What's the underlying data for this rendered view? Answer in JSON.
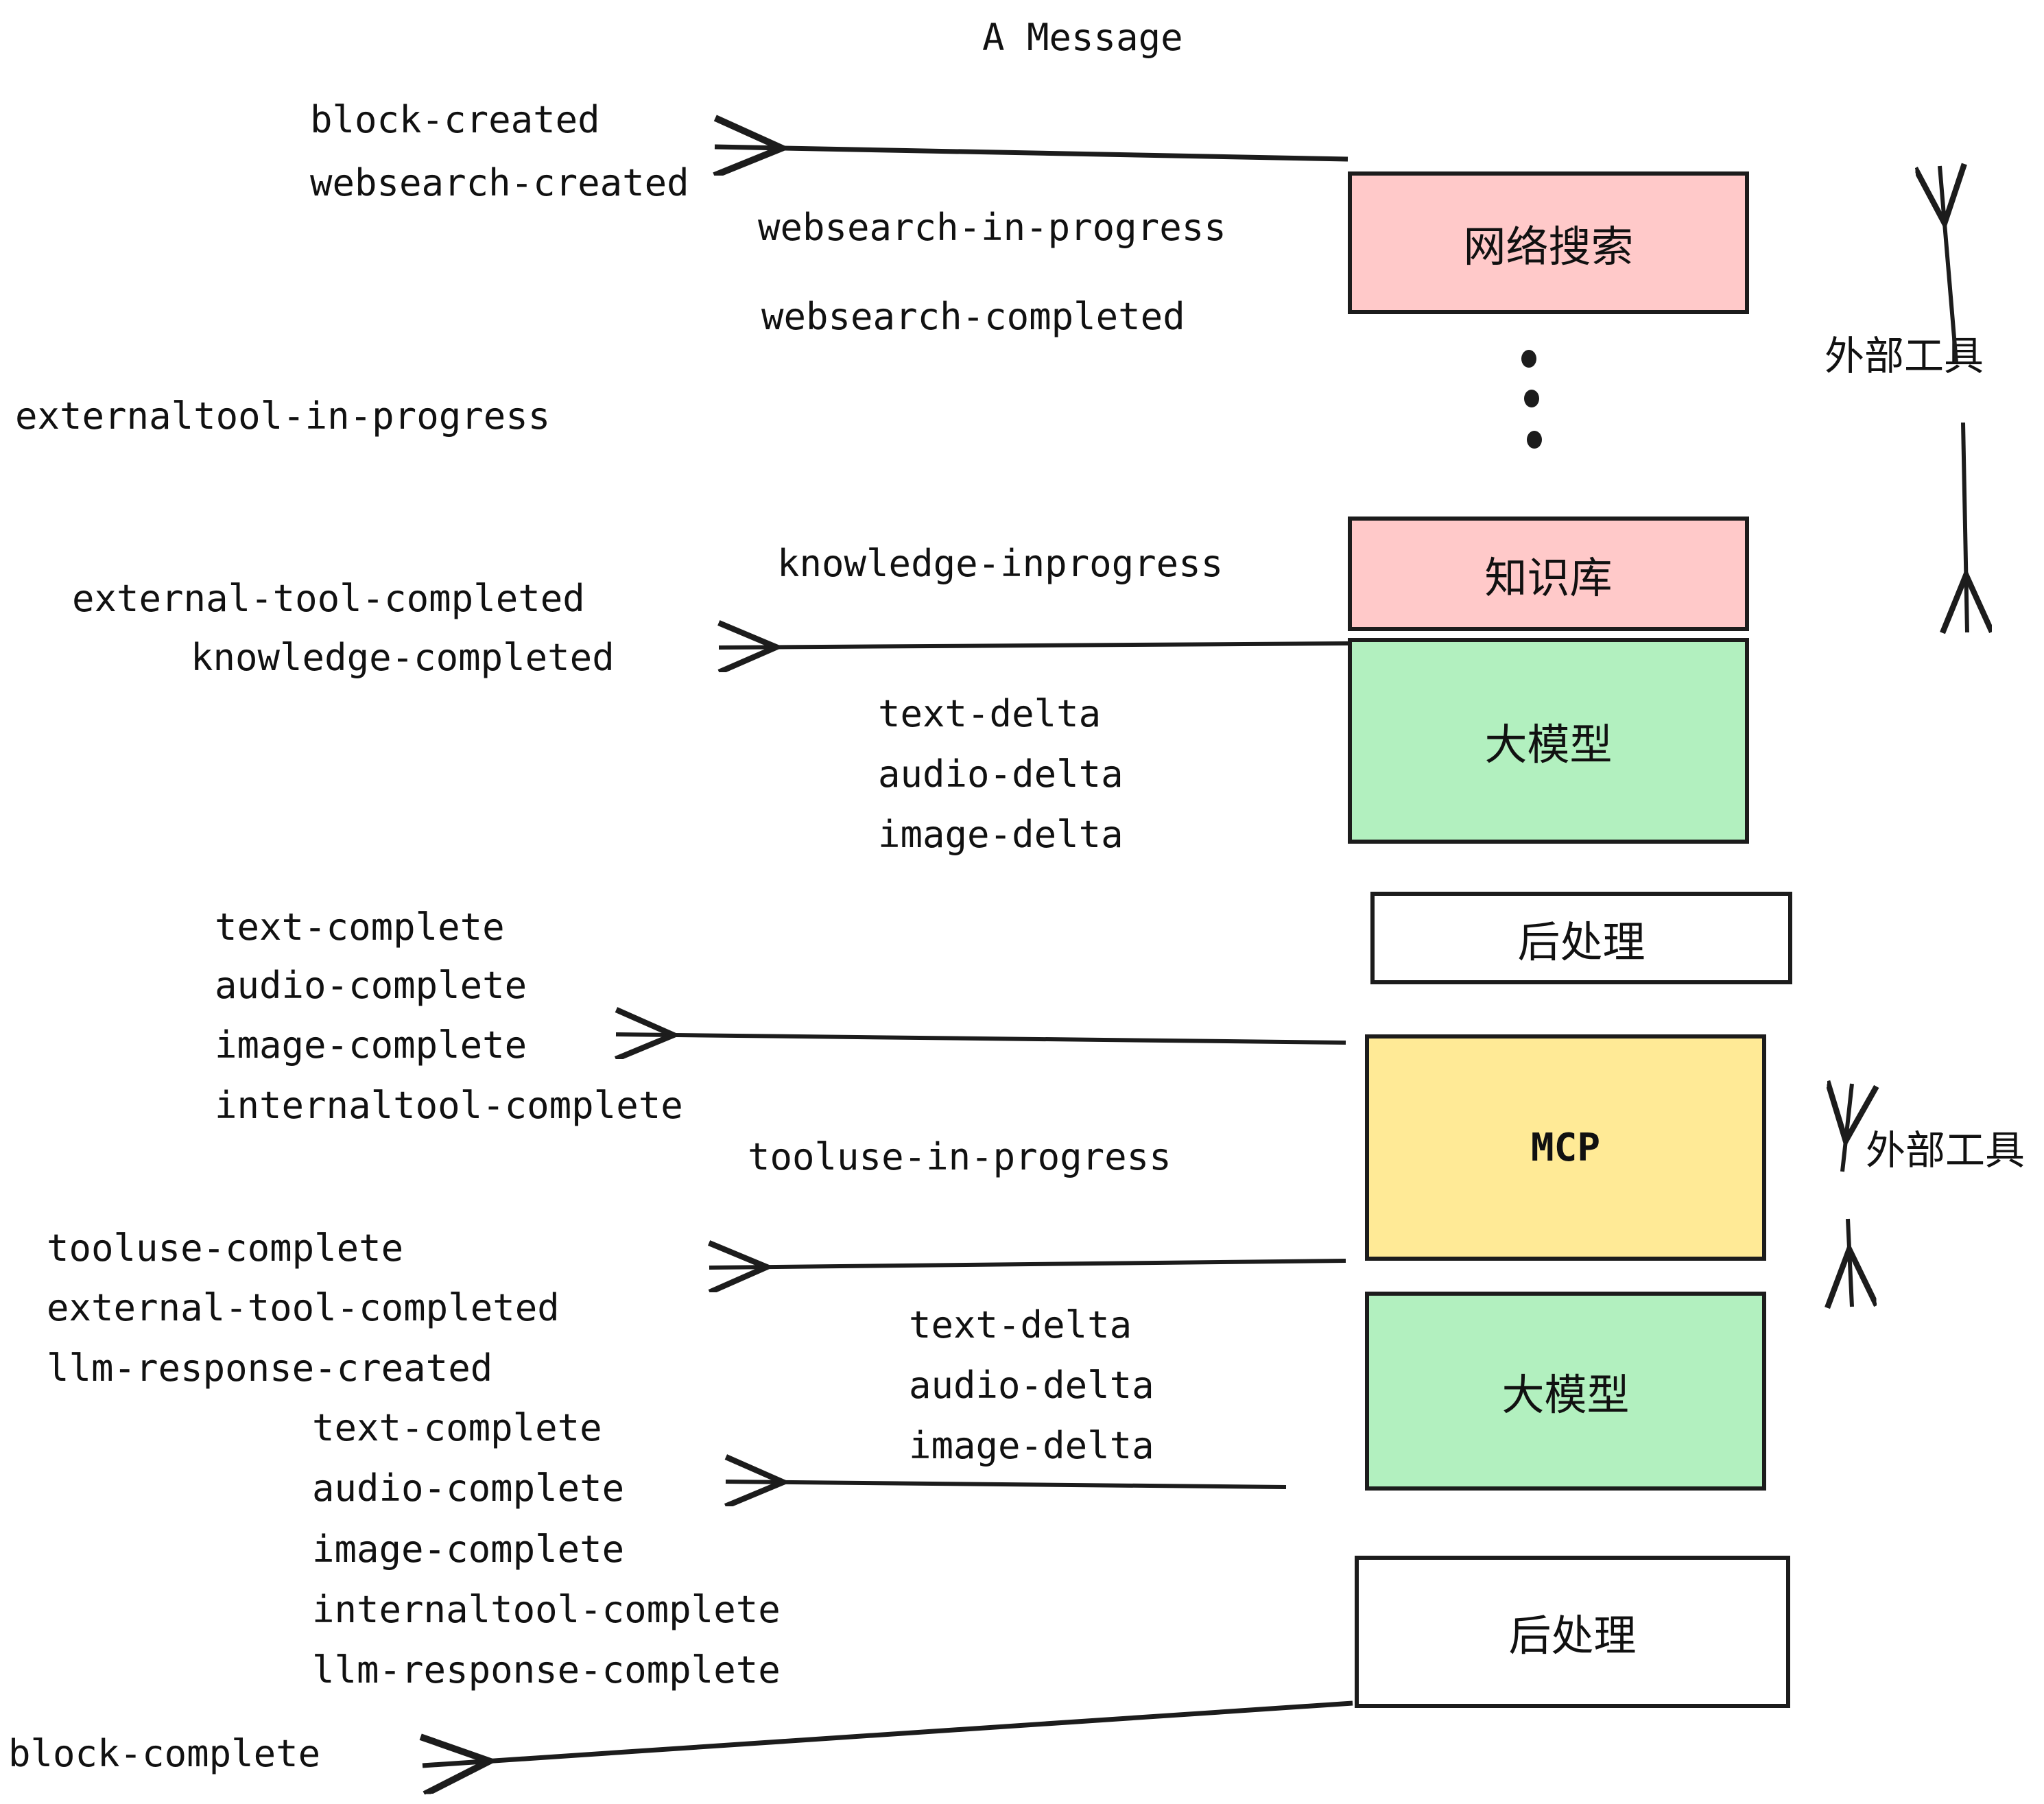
{
  "diagram": {
    "title": "A Message",
    "colors": {
      "pink": "#FFC9C9",
      "green": "#B2F0BF",
      "yellow": "#FFEA96",
      "white": "#FFFFFF",
      "stroke": "#1C1C1C",
      "text": "#111111"
    },
    "nodes": [
      {
        "id": "websearch",
        "label": "网络搜索",
        "fill": "#FFC9C9"
      },
      {
        "id": "knowledge",
        "label": "知识库",
        "fill": "#FFC9C9"
      },
      {
        "id": "llm1",
        "label": "大模型",
        "fill": "#B2F0BF"
      },
      {
        "id": "post1",
        "label": "后处理",
        "fill": "#FFFFFF"
      },
      {
        "id": "mcp",
        "label": "MCP",
        "fill": "#FFEA96"
      },
      {
        "id": "llm2",
        "label": "大模型",
        "fill": "#B2F0BF"
      },
      {
        "id": "post2",
        "label": "后处理",
        "fill": "#FFFFFF"
      }
    ],
    "annotations": [
      {
        "id": "external-tool-1",
        "label": "外部工具"
      },
      {
        "id": "external-tool-2",
        "label": "外部工具"
      }
    ],
    "events": {
      "group_block_created": [
        "block-created",
        "websearch-created"
      ],
      "group_websearch": [
        "websearch-in-progress",
        "websearch-completed"
      ],
      "externaltool_in_progress": "externaltool-in-progress",
      "knowledge_inprogress": "knowledge-inprogress",
      "group_knowledge_done": [
        "external-tool-completed",
        "knowledge-completed"
      ],
      "group_llm1_delta": [
        "text-delta",
        "audio-delta",
        "image-delta"
      ],
      "group_post1_complete": [
        "text-complete",
        "audio-complete",
        "image-complete",
        "internaltool-complete"
      ],
      "tooluse_in_progress": "tooluse-in-progress",
      "group_mcp_done": [
        "tooluse-complete",
        "external-tool-completed",
        "llm-response-created"
      ],
      "group_llm2_delta": [
        "text-delta",
        "audio-delta",
        "image-delta"
      ],
      "group_post2_complete": [
        "text-complete",
        "audio-complete",
        "image-complete",
        "internaltool-complete",
        "llm-response-complete"
      ],
      "block_complete": "block-complete"
    }
  }
}
